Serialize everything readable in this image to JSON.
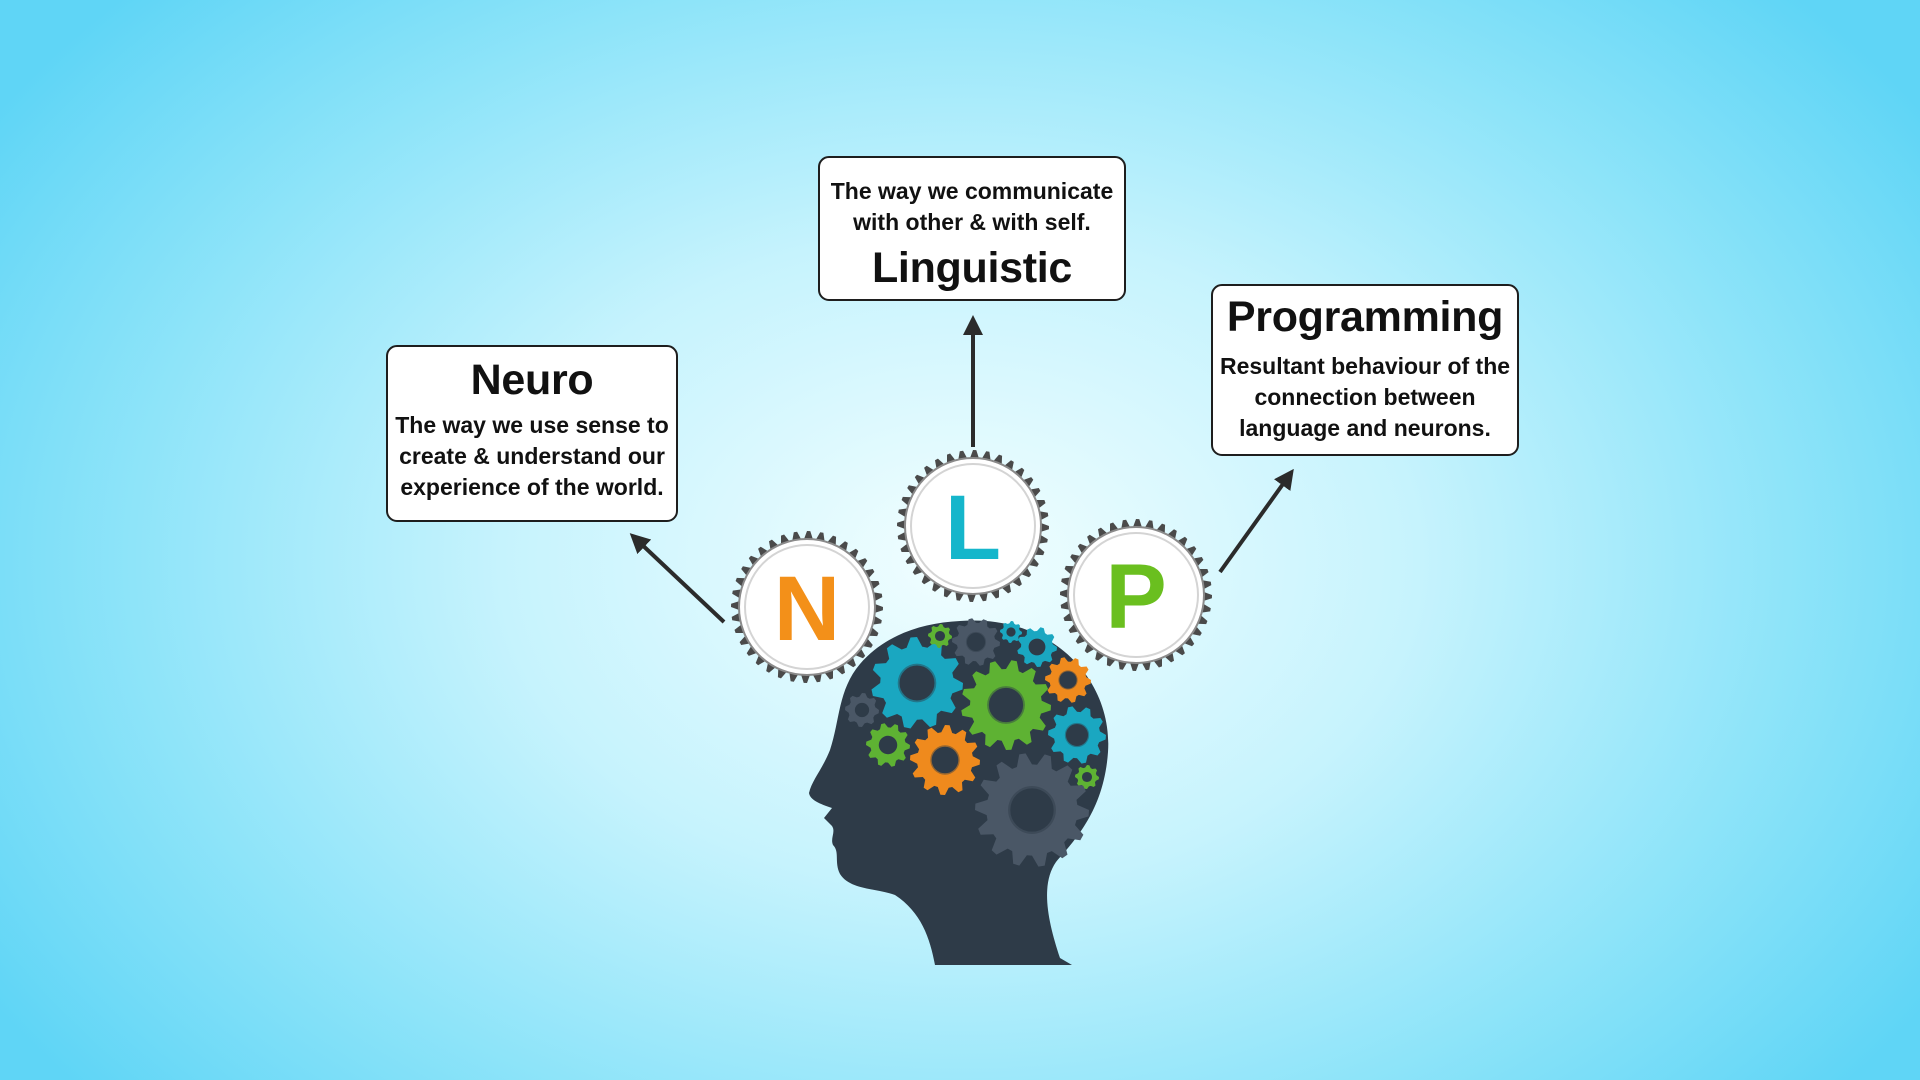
{
  "boxes": {
    "neuro": {
      "heading": "Neuro",
      "description": "The way we use sense to create & understand our experience of the world."
    },
    "linguistic": {
      "heading": "Linguistic",
      "description": "The way we communicate with other & with self."
    },
    "programming": {
      "heading": "Programming",
      "description": "Resultant behaviour of the connection between language and neurons."
    }
  },
  "letters": {
    "n": "N",
    "l": "L",
    "p": "P"
  },
  "colors": {
    "n": "#f39019",
    "l": "#15b6cb",
    "p": "#6abf1f",
    "head": "#2e3b48",
    "gear_teal": "#1aa7c1",
    "gear_green": "#5eb233",
    "gear_orange": "#ef8a1d",
    "gear_dark": "#4a5766"
  },
  "icons": [
    "head-silhouette-icon",
    "gear-icon",
    "arrow-icon"
  ]
}
